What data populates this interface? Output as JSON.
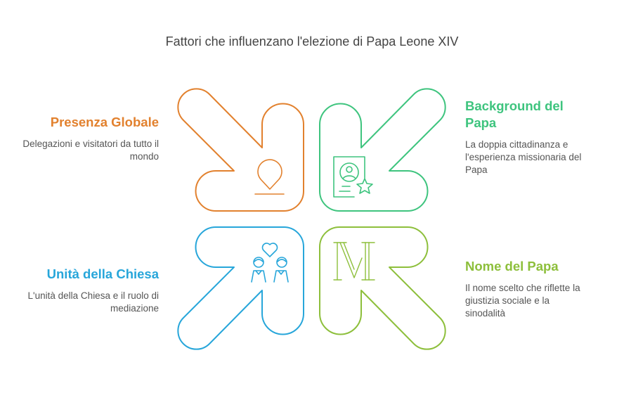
{
  "title": "Fattori che influenzano l'elezione di Papa Leone XIV",
  "factors": [
    {
      "heading": "Presenza Globale",
      "desc": "Delegazioni e visitatori da tutto il mondo",
      "color": "#e2812e",
      "icon": "location-pin-icon"
    },
    {
      "heading": "Background del Papa",
      "desc": "La doppia cittadinanza e l'esperienza missionaria del Papa",
      "color": "#3ec47e",
      "icon": "id-card-star-icon"
    },
    {
      "heading": "Unità della Chiesa",
      "desc": "L'unità della Chiesa e il ruolo di mediazione",
      "color": "#27a6da",
      "icon": "people-heart-icon"
    },
    {
      "heading": "Nome del Papa",
      "desc": "Il nome scelto che riflette la giustizia sociale e la sinodalità",
      "color": "#8dbf3b",
      "icon": "roman-numeral-m-icon"
    }
  ]
}
